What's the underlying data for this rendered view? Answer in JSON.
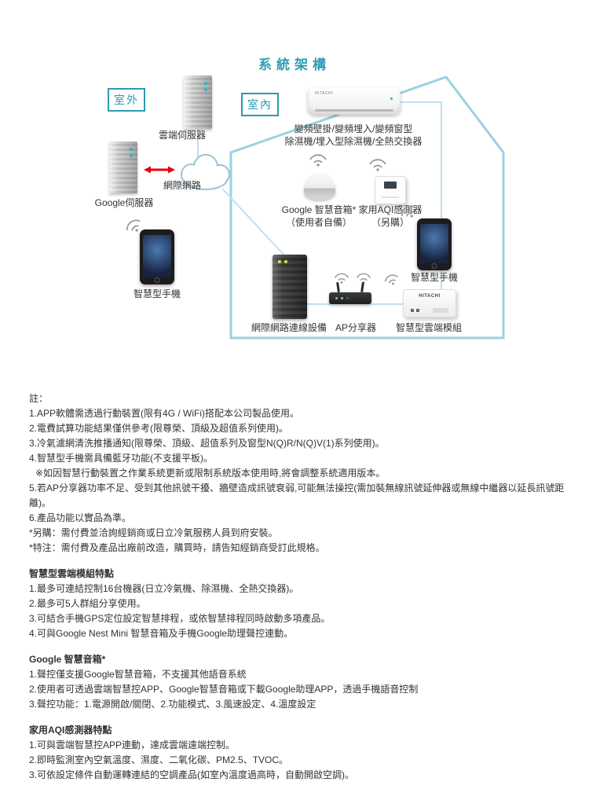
{
  "title": "系統架構",
  "colors": {
    "accent_teal": "#2e9ab0",
    "house_line": "#9ad2e0",
    "connection_line": "#bfe0ef",
    "arrow_red": "#e60012",
    "body_text": "#333333"
  },
  "diagram": {
    "outdoor_label": "室外",
    "indoor_label": "室內",
    "cloud_server_label": "雲端伺服器",
    "google_server_label": "Google伺服器",
    "internet_label": "網際網路",
    "ac_line1": "變頻壁掛/變頻埋入/變頻窗型",
    "ac_line2": "除濕機/埋入型除濕機/全熱交換器",
    "speaker_label": "Google 智慧音箱*",
    "speaker_sub": "（使用者自備）",
    "aqi_label": "家用AQI感測器",
    "aqi_sub": "（另購）",
    "phone_label_left": "智慧型手機",
    "phone_label_right": "智慧型手機",
    "modem_label": "網際網路連線設備",
    "ap_label": "AP分享器",
    "module_label": "智慧型雲端模組",
    "hitachi_brand": "HITACHI"
  },
  "notes": {
    "heading": "註：",
    "items": [
      "1.APP軟體需透過行動裝置(限有4G / WiFi)搭配本公司製品使用。",
      "2.電費試算功能結果僅供參考(限尊榮、頂級及超值系列使用)。",
      "3.冷氣濾網清洗推播通知(限尊榮、頂級、超值系列及窗型N(Q)R/N(Q)V(1)系列使用)。",
      "4.智慧型手機需具備藍牙功能(不支援平板)。",
      "※如因智慧行動裝置之作業系統更新或限制系統版本使用時,將會調整系統適用版本。",
      "5.若AP分享器功率不足、受到其他訊號干擾、牆壁造成訊號衰弱,可能無法操控(需加裝無線訊號延伸器或無線中繼器以延長訊號距離)。",
      "6.產品功能以實品為準。",
      "*另購：需付費並洽詢經銷商或日立冷氣服務人員到府安裝。",
      "*特注：需付費及產品出廠前改造，購買時，請告知經銷商受訂此規格。"
    ]
  },
  "module_features": {
    "heading": "智慧型雲端模組特點",
    "items": [
      "1.最多可連結控制16台機器(日立冷氣機、除濕機、全熱交換器)。",
      "2.最多可5人群組分享使用。",
      "3.可結合手機GPS定位設定智慧排程，或依智慧排程同時啟動多項產品。",
      "4.可與Google Nest Mini 智慧音箱及手機Google助理聲控連動。"
    ]
  },
  "speaker_features": {
    "heading": "Google 智慧音箱*",
    "items": [
      "1.聲控僅支援Google智慧音箱，不支援其他語音系統",
      "2.使用者可透過雲端智慧控APP、Google智慧音箱或下載Google助理APP，透過手機語音控制",
      "3.聲控功能：1.電源開啟/關閉、2.功能模式、3.風速設定、4.溫度設定"
    ]
  },
  "aqi_features": {
    "heading": "家用AQI感測器特點",
    "items": [
      "1.可與雲端智慧控APP連動，達成雲端遠端控制。",
      "2.即時監測室內空氣溫度、濕度、二氧化碳、PM2.5、TVOC。",
      "3.可依設定條件自動運轉連結的空調產品(如室內溫度過高時，自動開啟空調)。"
    ]
  }
}
